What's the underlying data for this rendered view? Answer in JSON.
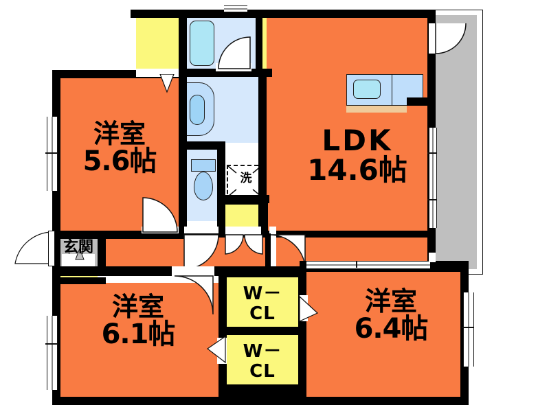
{
  "plan": {
    "type": "japanese-apartment-floor-plan",
    "title": "",
    "colors": {
      "room_orange": "#F97B43",
      "closet_yellow": "#FBF87D",
      "wet_area_blue": "#D6E8FC",
      "fixture_blue": "#A8D4F7",
      "tub_blue": "#AEE6F5",
      "balcony_gray": "#BFBFBF",
      "counter_tan": "#EFCB9B",
      "wall_black": "#000000",
      "background_white": "#FFFFFF"
    }
  },
  "rooms": {
    "bedroom_top_left": {
      "name": "洋室",
      "size": "5.6帖"
    },
    "ldk": {
      "name": "LDK",
      "size": "14.6帖"
    },
    "bedroom_bottom_left": {
      "name": "洋室",
      "size": "6.1帖"
    },
    "bedroom_bottom_right": {
      "name": "洋室",
      "size": "6.4帖"
    }
  },
  "labels": {
    "entrance": "玄関",
    "washer": "洗",
    "closet_upper": "W－CL",
    "closet_lower": "W－CL"
  },
  "fixtures": {
    "bathtub": "bathtub",
    "toilet": "toilet",
    "vanity": "vanity-sink",
    "kitchen_sink": "kitchen-sink",
    "washer_space": "washing-machine-space",
    "balcony": "balcony"
  }
}
